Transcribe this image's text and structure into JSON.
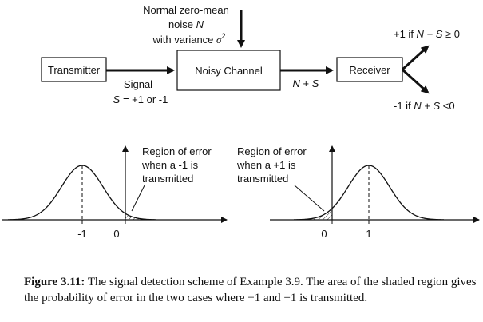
{
  "block_diagram": {
    "transmitter_label": "Transmitter",
    "channel_label": "Noisy Channel",
    "receiver_label": "Receiver",
    "noise_line1": "Normal zero-mean",
    "noise_line2_prefix": "noise ",
    "noise_line2_var": "N",
    "noise_line3_prefix": "with variance ",
    "noise_line3_sym": "σ",
    "noise_line3_sup": "2",
    "signal_label": "Signal",
    "signal_eq_var": "S",
    "signal_eq_rest": " = +1 or -1",
    "channel_out_a": "N",
    "channel_out_b": " + ",
    "channel_out_c": "S",
    "decision_plus_prefix": "+1 if ",
    "decision_plus_vars": "N + S",
    "decision_plus_op": " ≥ ",
    "decision_plus_val": "0",
    "decision_minus_prefix": "-1 if ",
    "decision_minus_vars": "N + S",
    "decision_minus_rest": " <0"
  },
  "left_plot": {
    "annotation_line1": "Region of error",
    "annotation_line2": "when a -1 is",
    "annotation_line3": "transmitted",
    "tick_mean": "-1",
    "tick_zero": "0"
  },
  "right_plot": {
    "annotation_line1": "Region of error",
    "annotation_line2": "when a +1 is",
    "annotation_line3": "transmitted",
    "tick_zero": "0",
    "tick_mean": "1"
  },
  "caption": {
    "label": "Figure 3.11:",
    "text": " The signal detection scheme of Example 3.9. The area of the shaded region gives the probability of error in the two cases where −1 and +1 is transmitted."
  }
}
